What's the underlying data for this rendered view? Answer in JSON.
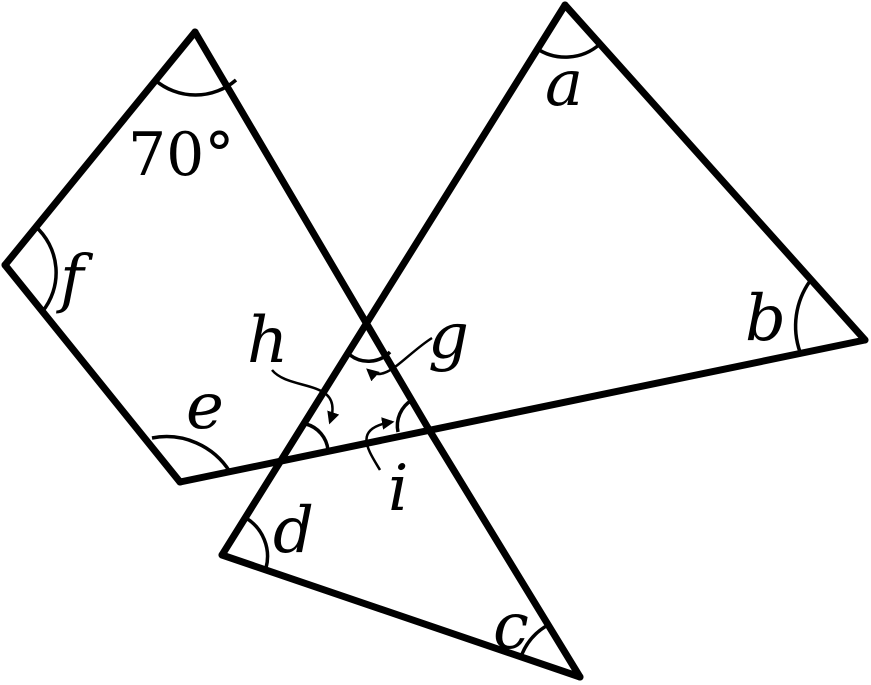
{
  "diagram": {
    "angle_labels": {
      "top_angle": "70°",
      "a": "a",
      "b": "b",
      "c": "c",
      "d": "d",
      "e": "e",
      "f": "f",
      "g": "g",
      "h": "h",
      "i": "i"
    }
  }
}
